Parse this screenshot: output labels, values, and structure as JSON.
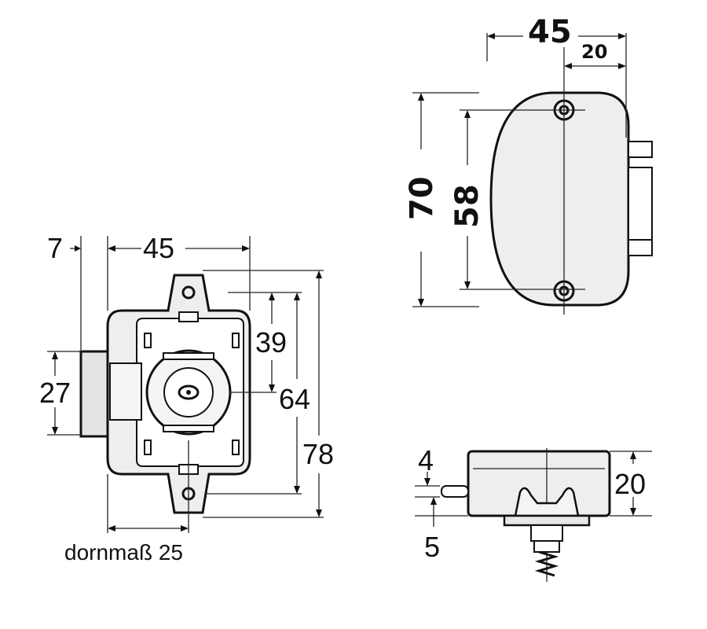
{
  "front_view": {
    "dim_7": "7",
    "dim_45": "45",
    "dim_27": "27",
    "dim_39": "39",
    "dim_64": "64",
    "dim_78": "78",
    "backset_label": "dornmaß 25"
  },
  "top_view": {
    "dim_45": "45",
    "dim_20": "20",
    "dim_70": "70",
    "dim_58": "58"
  },
  "side_view": {
    "dim_4": "4",
    "dim_5": "5",
    "dim_20": "20"
  },
  "colors": {
    "line": "#111111",
    "housing_fill": "#eeeeee",
    "background": "#ffffff"
  }
}
